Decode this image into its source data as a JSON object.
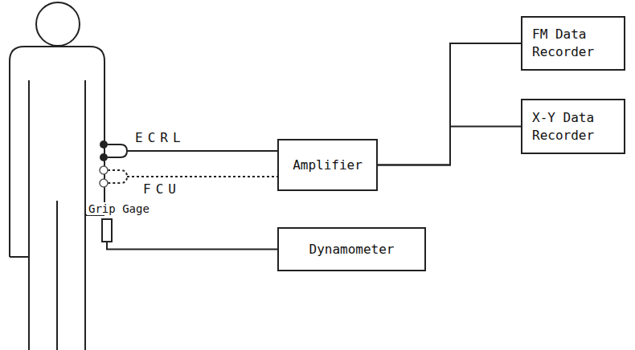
{
  "diagram": {
    "nodes": [
      {
        "text": [
          "FM Data Recorder"
        ]
      },
      {
        "text": [
          "X-Y Data Recorder"
        ]
      },
      {
        "text": [
          "Amplifier"
        ]
      },
      {
        "text": [
          "Grip Gage"
        ]
      },
      {
        "text": [
          "Dynamometer"
        ]
      }
    ],
    "edges": [
      {
        "from": 2,
        "to": 0,
        "arrow": "none"
      },
      {
        "from": 2,
        "to": 1,
        "arrow": "none"
      },
      {
        "from": 3,
        "to": 4,
        "arrow": "none"
      }
    ],
    "labels": [
      "ECRL",
      "FCU"
    ]
  }
}
